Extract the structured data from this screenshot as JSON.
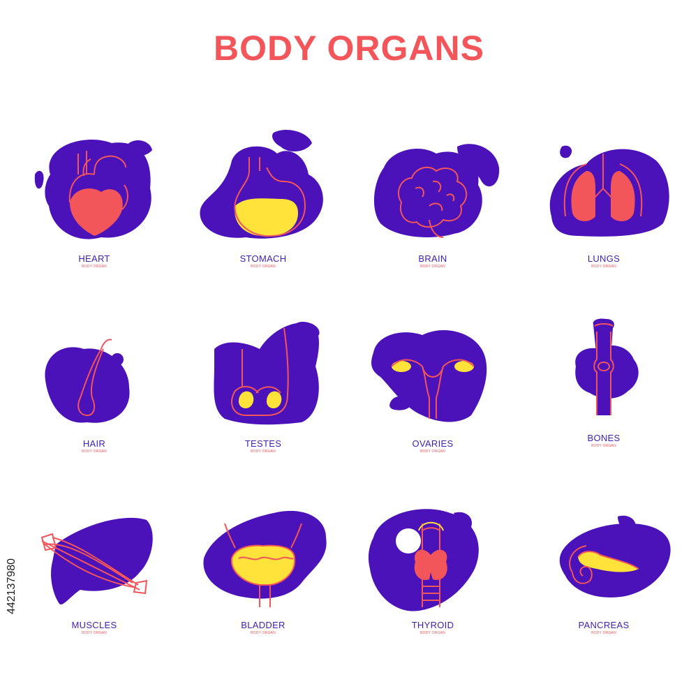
{
  "title": "BODY ORGANS",
  "colors": {
    "blob": "#4a12b8",
    "line": "#f2555a",
    "fill_red": "#f2555a",
    "fill_yellow": "#ffe23a",
    "title": "#f2555a",
    "label": "#3f1fae"
  },
  "watermark_id": "442137980",
  "organs": [
    {
      "label": "HEART",
      "sub": "BODY ORGAN",
      "icon": "heart-icon"
    },
    {
      "label": "STOMACH",
      "sub": "BODY ORGAN",
      "icon": "stomach-icon"
    },
    {
      "label": "BRAIN",
      "sub": "BODY ORGAN",
      "icon": "brain-icon"
    },
    {
      "label": "LUNGS",
      "sub": "BODY ORGAN",
      "icon": "lungs-icon"
    },
    {
      "label": "HAIR",
      "sub": "BODY ORGAN",
      "icon": "hair-follicle-icon"
    },
    {
      "label": "TESTES",
      "sub": "BODY ORGAN",
      "icon": "testes-icon"
    },
    {
      "label": "OVARIES",
      "sub": "BODY ORGAN",
      "icon": "ovaries-icon"
    },
    {
      "label": "BONES",
      "sub": "BODY ORGAN",
      "icon": "bone-joint-icon"
    },
    {
      "label": "MUSCLES",
      "sub": "BODY ORGAN",
      "icon": "muscle-icon"
    },
    {
      "label": "BLADDER",
      "sub": "BODY ORGAN",
      "icon": "bladder-icon"
    },
    {
      "label": "THYROID",
      "sub": "BODY ORGAN",
      "icon": "thyroid-icon"
    },
    {
      "label": "PANCREAS",
      "sub": "BODY ORGAN",
      "icon": "pancreas-icon"
    }
  ]
}
